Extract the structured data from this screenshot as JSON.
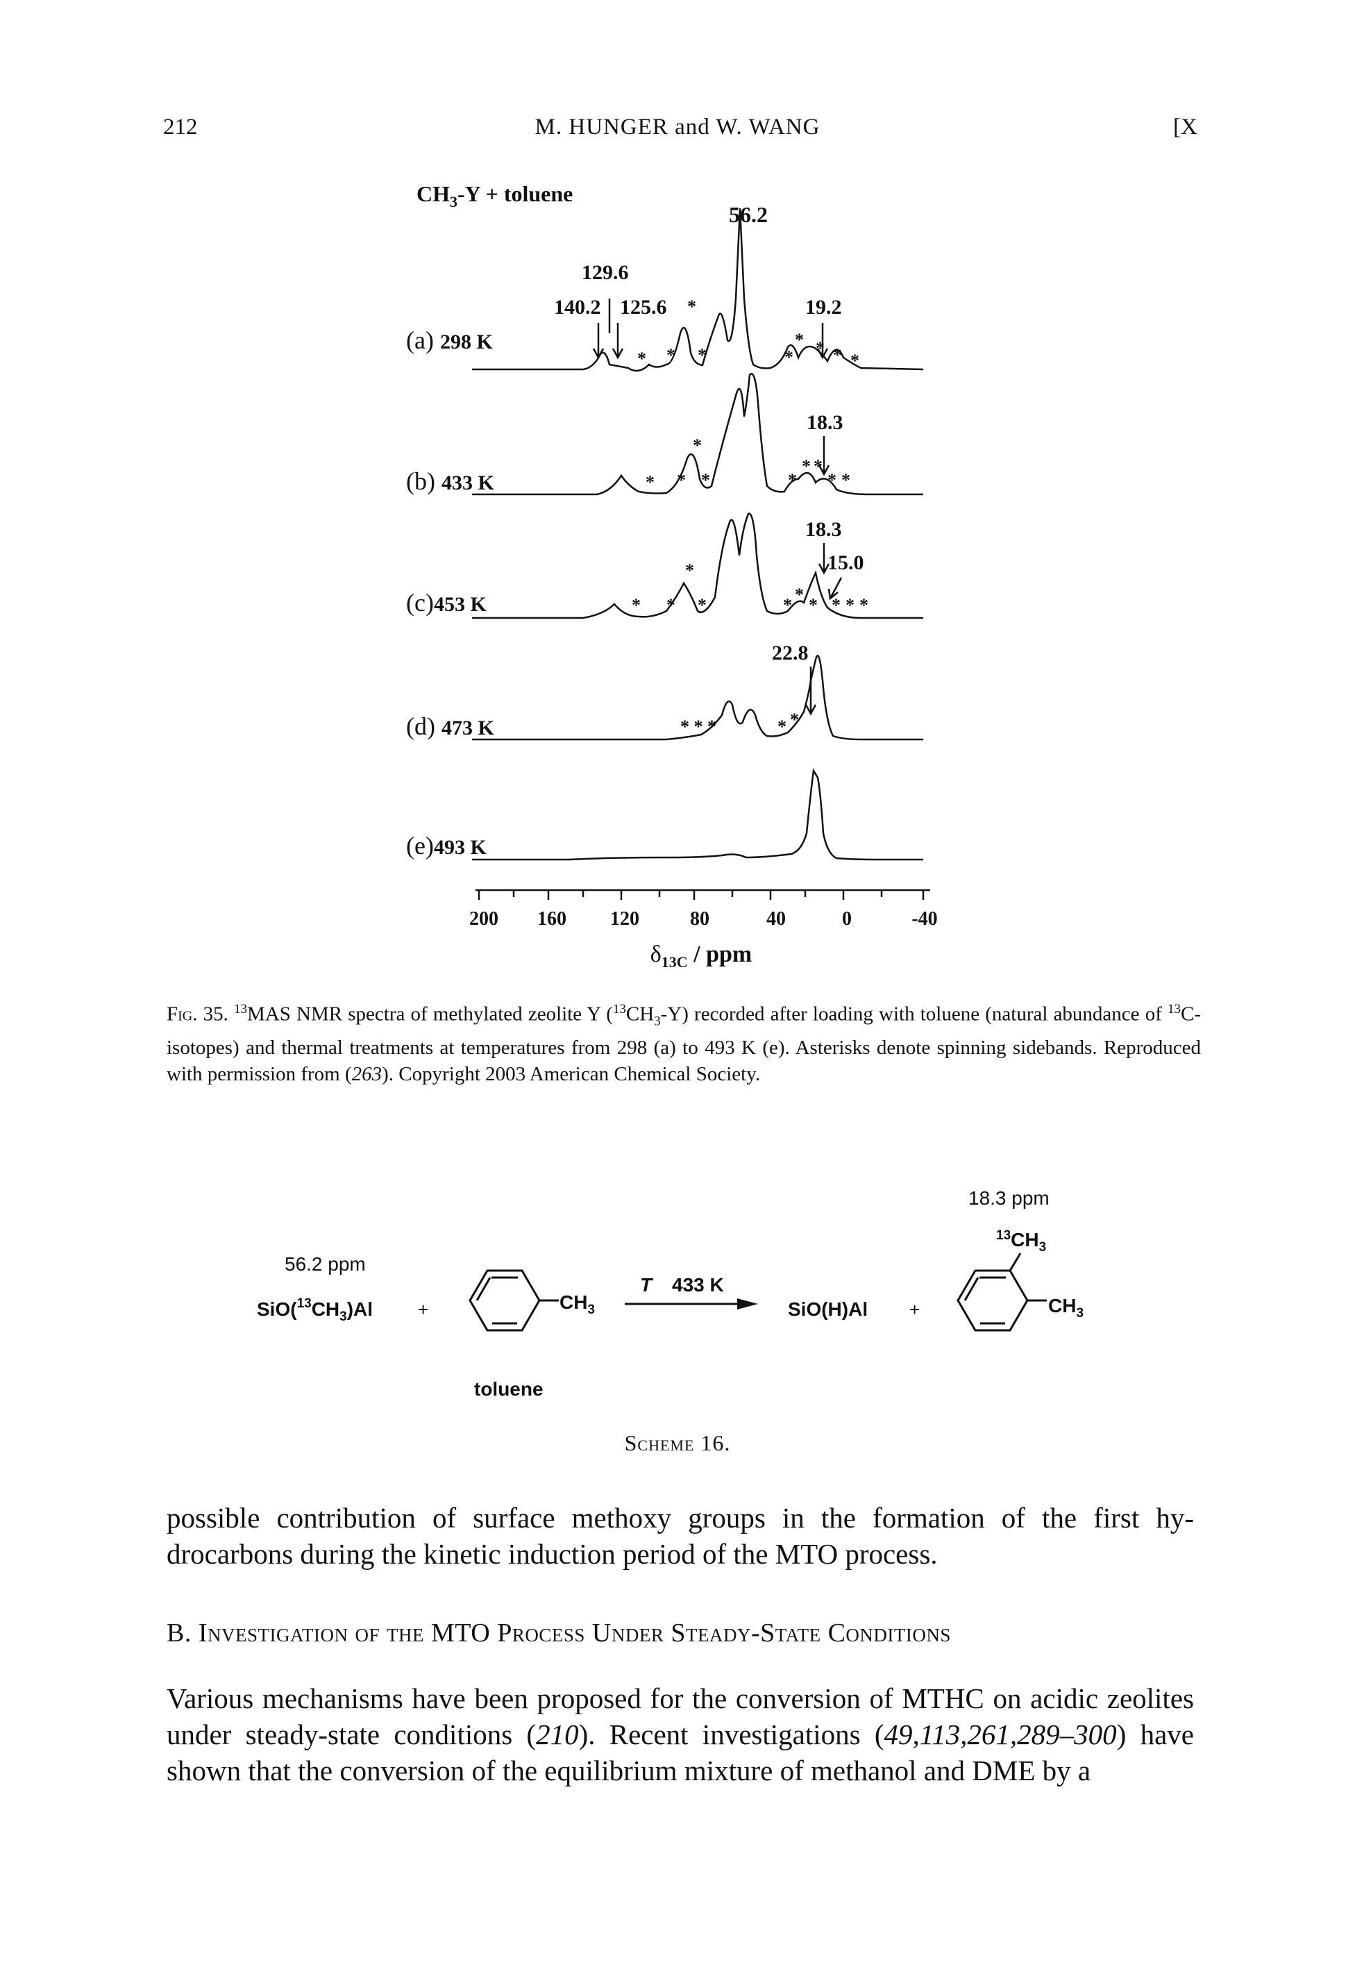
{
  "header": {
    "page_number": "212",
    "authors": "M. HUNGER and W. WANG",
    "section": "[X"
  },
  "figure": {
    "title_main": "CH",
    "title_sub": "3",
    "title_rest": "-Y + toluene",
    "peak_top": "56.2",
    "spectra": [
      {
        "label": "(a)",
        "temp": "298 K"
      },
      {
        "label": "(b)",
        "temp": "433 K"
      },
      {
        "label": "(c)",
        "temp": "453 K"
      },
      {
        "label": "(d)",
        "temp": "473 K"
      },
      {
        "label": "(e)",
        "temp": "493 K"
      }
    ],
    "annotations": {
      "a_129": "129.6",
      "a_140": "140.2",
      "a_125": "125.6",
      "a_19": "19.2",
      "b_18": "18.3",
      "c_18": "18.3",
      "c_15": "15.0",
      "d_22": "22.8"
    },
    "axis_ticks": [
      "200",
      "160",
      "120",
      "80",
      "40",
      "0",
      "-40"
    ],
    "axis_label_delta": "δ",
    "axis_label_sub": "13C",
    "axis_label_unit": " / ppm"
  },
  "caption": {
    "fig": "Fig. 35.",
    "text": "MAS NMR spectra of methylated zeolite Y (",
    "text2": "CH",
    "text3": "-Y) recorded after loading with toluene (natural abundance of ",
    "text4": "C-isotopes) and thermal treatments at temperatures from 298 (a) to 493 K (e). Asterisks denote spinning sidebands. Reproduced with permission from (",
    "ref": "263",
    "text5": "). Copyright 2003 American Chemical Society."
  },
  "scheme": {
    "left_ppm": "56.2 ppm",
    "reactant1": "SiO(",
    "reactant1_iso": "13",
    "reactant1_rest": "CH",
    "reactant1_sub": "3",
    "reactant1_end": ")Al",
    "plus": "+",
    "ch3": "CH",
    "ch3_sub": "3",
    "toluene": "toluene",
    "arrow_T": "T",
    "arrow_temp": "433 K",
    "product1": "SiO(H)Al",
    "right_ppm": "18.3 ppm",
    "product_iso": "13",
    "label": "Scheme 16."
  },
  "paragraph1": "possible contribution of surface methoxy groups in the formation of the first hy-drocarbons during the kinetic induction period of the MTO process.",
  "section_heading": "B. Investigation of the MTO Process Under Steady-State Conditions",
  "paragraph2": {
    "p1": "Various mechanisms have been proposed for the conversion of MTHC on acidic zeolites under steady-state conditions (",
    "ref1": "210",
    "p2": "). Recent investigations (",
    "ref2": "49,113,261,289–300",
    "p3": ") have shown that the conversion of the equilibrium mixture of methanol and DME by a"
  }
}
